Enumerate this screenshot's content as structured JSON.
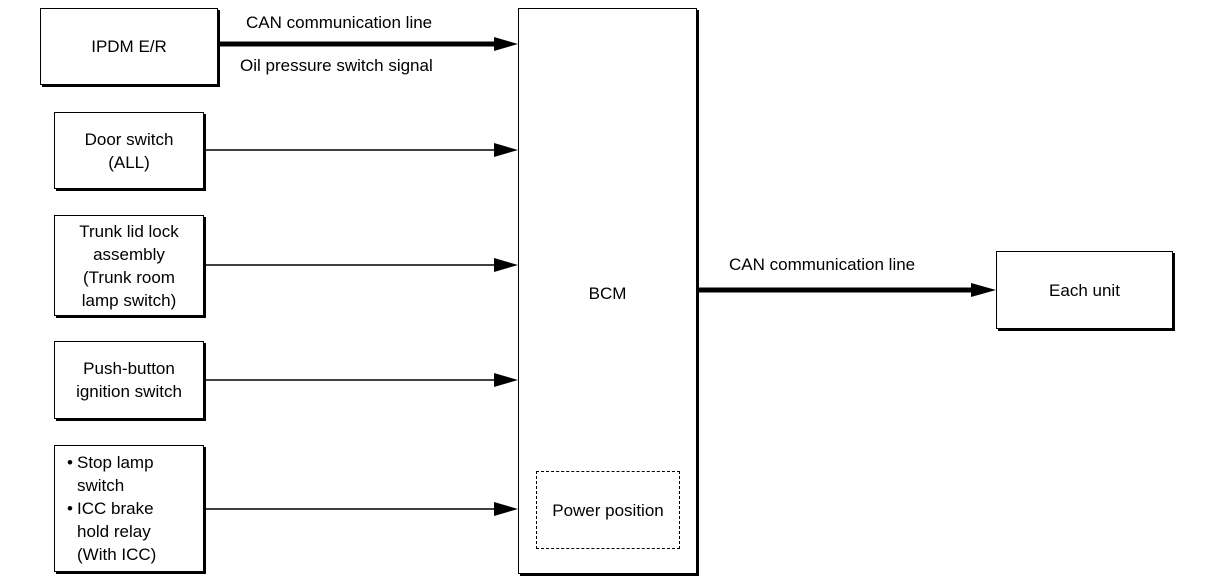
{
  "ipdm": {
    "label": "IPDM E/R"
  },
  "door_switch": {
    "lines": [
      "Door switch",
      "(ALL)"
    ]
  },
  "trunk": {
    "lines": [
      "Trunk lid lock",
      "assembly",
      "(Trunk room",
      "lamp switch)"
    ]
  },
  "push_button": {
    "lines": [
      "Push-button",
      "ignition switch"
    ]
  },
  "brake": {
    "items": [
      {
        "bullet": "•",
        "lines": [
          "Stop lamp",
          "switch"
        ]
      },
      {
        "bullet": "•",
        "lines": [
          "ICC brake",
          "hold relay",
          "(With ICC)"
        ]
      }
    ]
  },
  "bcm": {
    "label": "BCM",
    "sub_label": "Power position"
  },
  "each_unit": {
    "label": "Each unit"
  },
  "signals": {
    "ipdm_can": "CAN communication line",
    "ipdm_oil": "Oil pressure switch signal",
    "bcm_can": "CAN communication line"
  }
}
